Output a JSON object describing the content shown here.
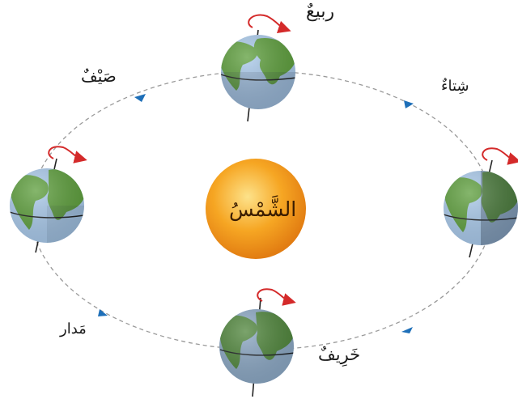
{
  "seasons": {
    "spring": "ربيعٌ",
    "summer": "صَيْفٌ",
    "winter": "شِتاءٌ",
    "autumn": "خَرِيفٌ"
  },
  "sun": "الشَّمْسُ",
  "orbit": "مَدار",
  "colors": {
    "sun_core": "#fde28a",
    "sun_mid": "#f6a623",
    "sun_edge": "#e27d12",
    "ocean": "#a9c9ea",
    "land": "#5d9e3c",
    "night": "#1f2d3a",
    "orbit": "#9a9a9a",
    "arrow": "#1e6fb8",
    "spin": "#d42a2a"
  }
}
